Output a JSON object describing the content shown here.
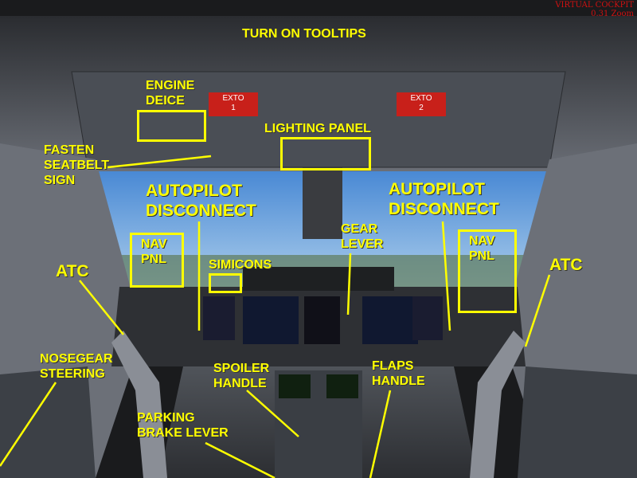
{
  "view": {
    "mode": "VIRTUAL COCKPIT",
    "zoom": "0.31 Zoom"
  },
  "header": {
    "tooltips_label": "TURN ON TOOLTIPS"
  },
  "panels": {
    "exto1": {
      "name": "EXTO",
      "num": "1"
    },
    "exto2": {
      "name": "EXTO",
      "num": "2"
    }
  },
  "callouts": {
    "engine_deice": [
      "ENGINE",
      "DEICE"
    ],
    "lighting_panel": "LIGHTING PANEL",
    "fasten_seatbelt": [
      "FASTEN",
      "SEATBELT",
      "SIGN"
    ],
    "autopilot_left": [
      "AUTOPILOT",
      "DISCONNECT"
    ],
    "autopilot_right": [
      "AUTOPILOT",
      "DISCONNECT"
    ],
    "nav_pnl_left": [
      "NAV",
      "PNL"
    ],
    "nav_pnl_right": [
      "NAV",
      "PNL"
    ],
    "atc_left": "ATC",
    "atc_right": "ATC",
    "simicons": "SIMICONS",
    "gear_lever": [
      "GEAR",
      "LEVER"
    ],
    "nosegear_steering": [
      "NOSEGEAR",
      "STEERING"
    ],
    "spoiler_handle": [
      "SPOILER",
      "HANDLE"
    ],
    "flaps_handle": [
      "FLAPS",
      "HANDLE"
    ],
    "parking_brake": [
      "PARKING",
      "BRAKE LEVER"
    ]
  },
  "colors": {
    "callout": "#ffff00",
    "sky": "#5a9ad8",
    "cockpit": "#5c6068",
    "warn": "#d01010"
  }
}
